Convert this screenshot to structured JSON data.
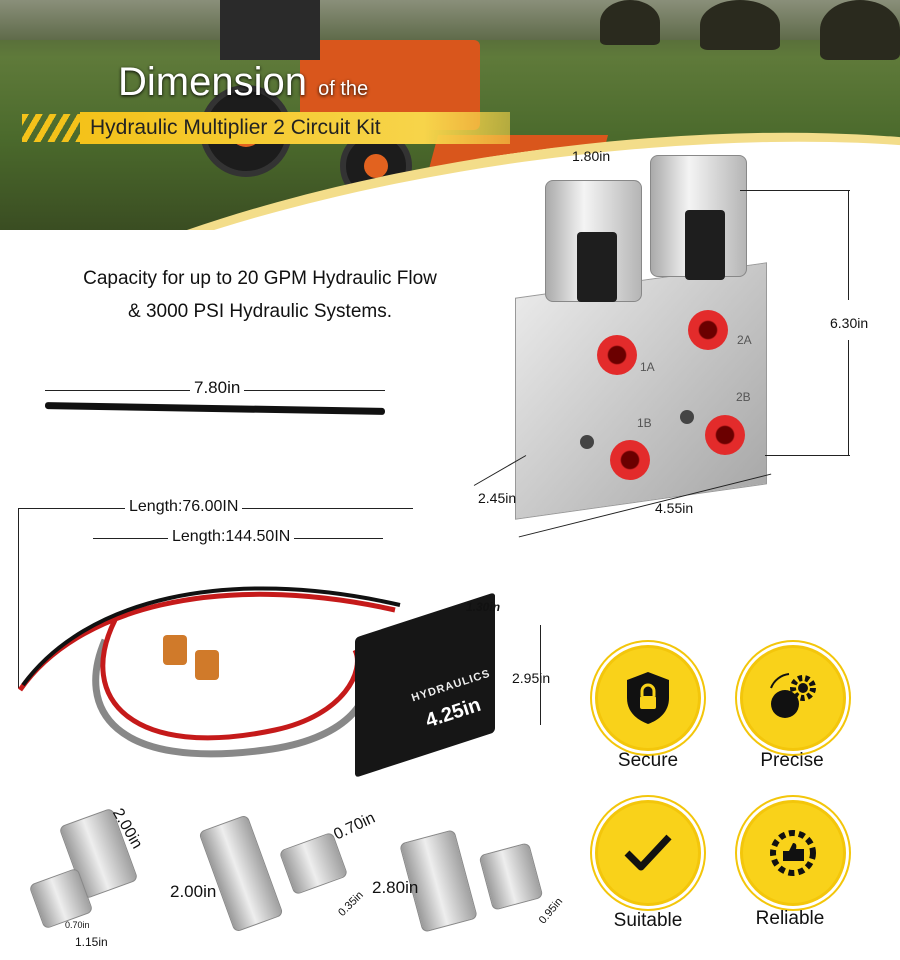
{
  "header": {
    "title_main": "Dimension",
    "title_suffix": "of the",
    "subtitle": "Hydraulic Multiplier 2 Circuit Kit"
  },
  "capacity_text": {
    "line1": "Capacity for up to 20 GPM Hydraulic Flow",
    "line2": "& 3000 PSI Hydraulic Systems."
  },
  "valve": {
    "width": "1.80in",
    "height": "6.30in",
    "depth": "2.45in",
    "length": "4.55in",
    "ports": [
      "1A",
      "2A",
      "1B",
      "2B"
    ]
  },
  "cable_tie": {
    "length": "7.80in"
  },
  "harness": {
    "length1": "Length:76.00IN",
    "length2": "Length:144.50IN"
  },
  "controller": {
    "brand": "HYDRAULICS",
    "width": "4.25in",
    "depth": "1.30in",
    "height": "2.95in"
  },
  "fittings": {
    "coupler_length": "2.00in",
    "coupler_inner": "0.70in",
    "coupler_outer": "1.15in",
    "adapter_length": "2.00in",
    "elbow_length": "0.70in",
    "elbow_bore": "0.35in",
    "socket_length": "2.80in",
    "socket_diameter": "0.95in"
  },
  "features": [
    {
      "label": "Secure",
      "icon": "shield-lock-icon"
    },
    {
      "label": "Precise",
      "icon": "gear-target-icon"
    },
    {
      "label": "Suitable",
      "icon": "checkmark-icon"
    },
    {
      "label": "Reliable",
      "icon": "gear-thumbs-up-icon"
    }
  ],
  "colors": {
    "accent": "#f9d21a",
    "tractor": "#d9561c",
    "port": "#e32b2b"
  }
}
